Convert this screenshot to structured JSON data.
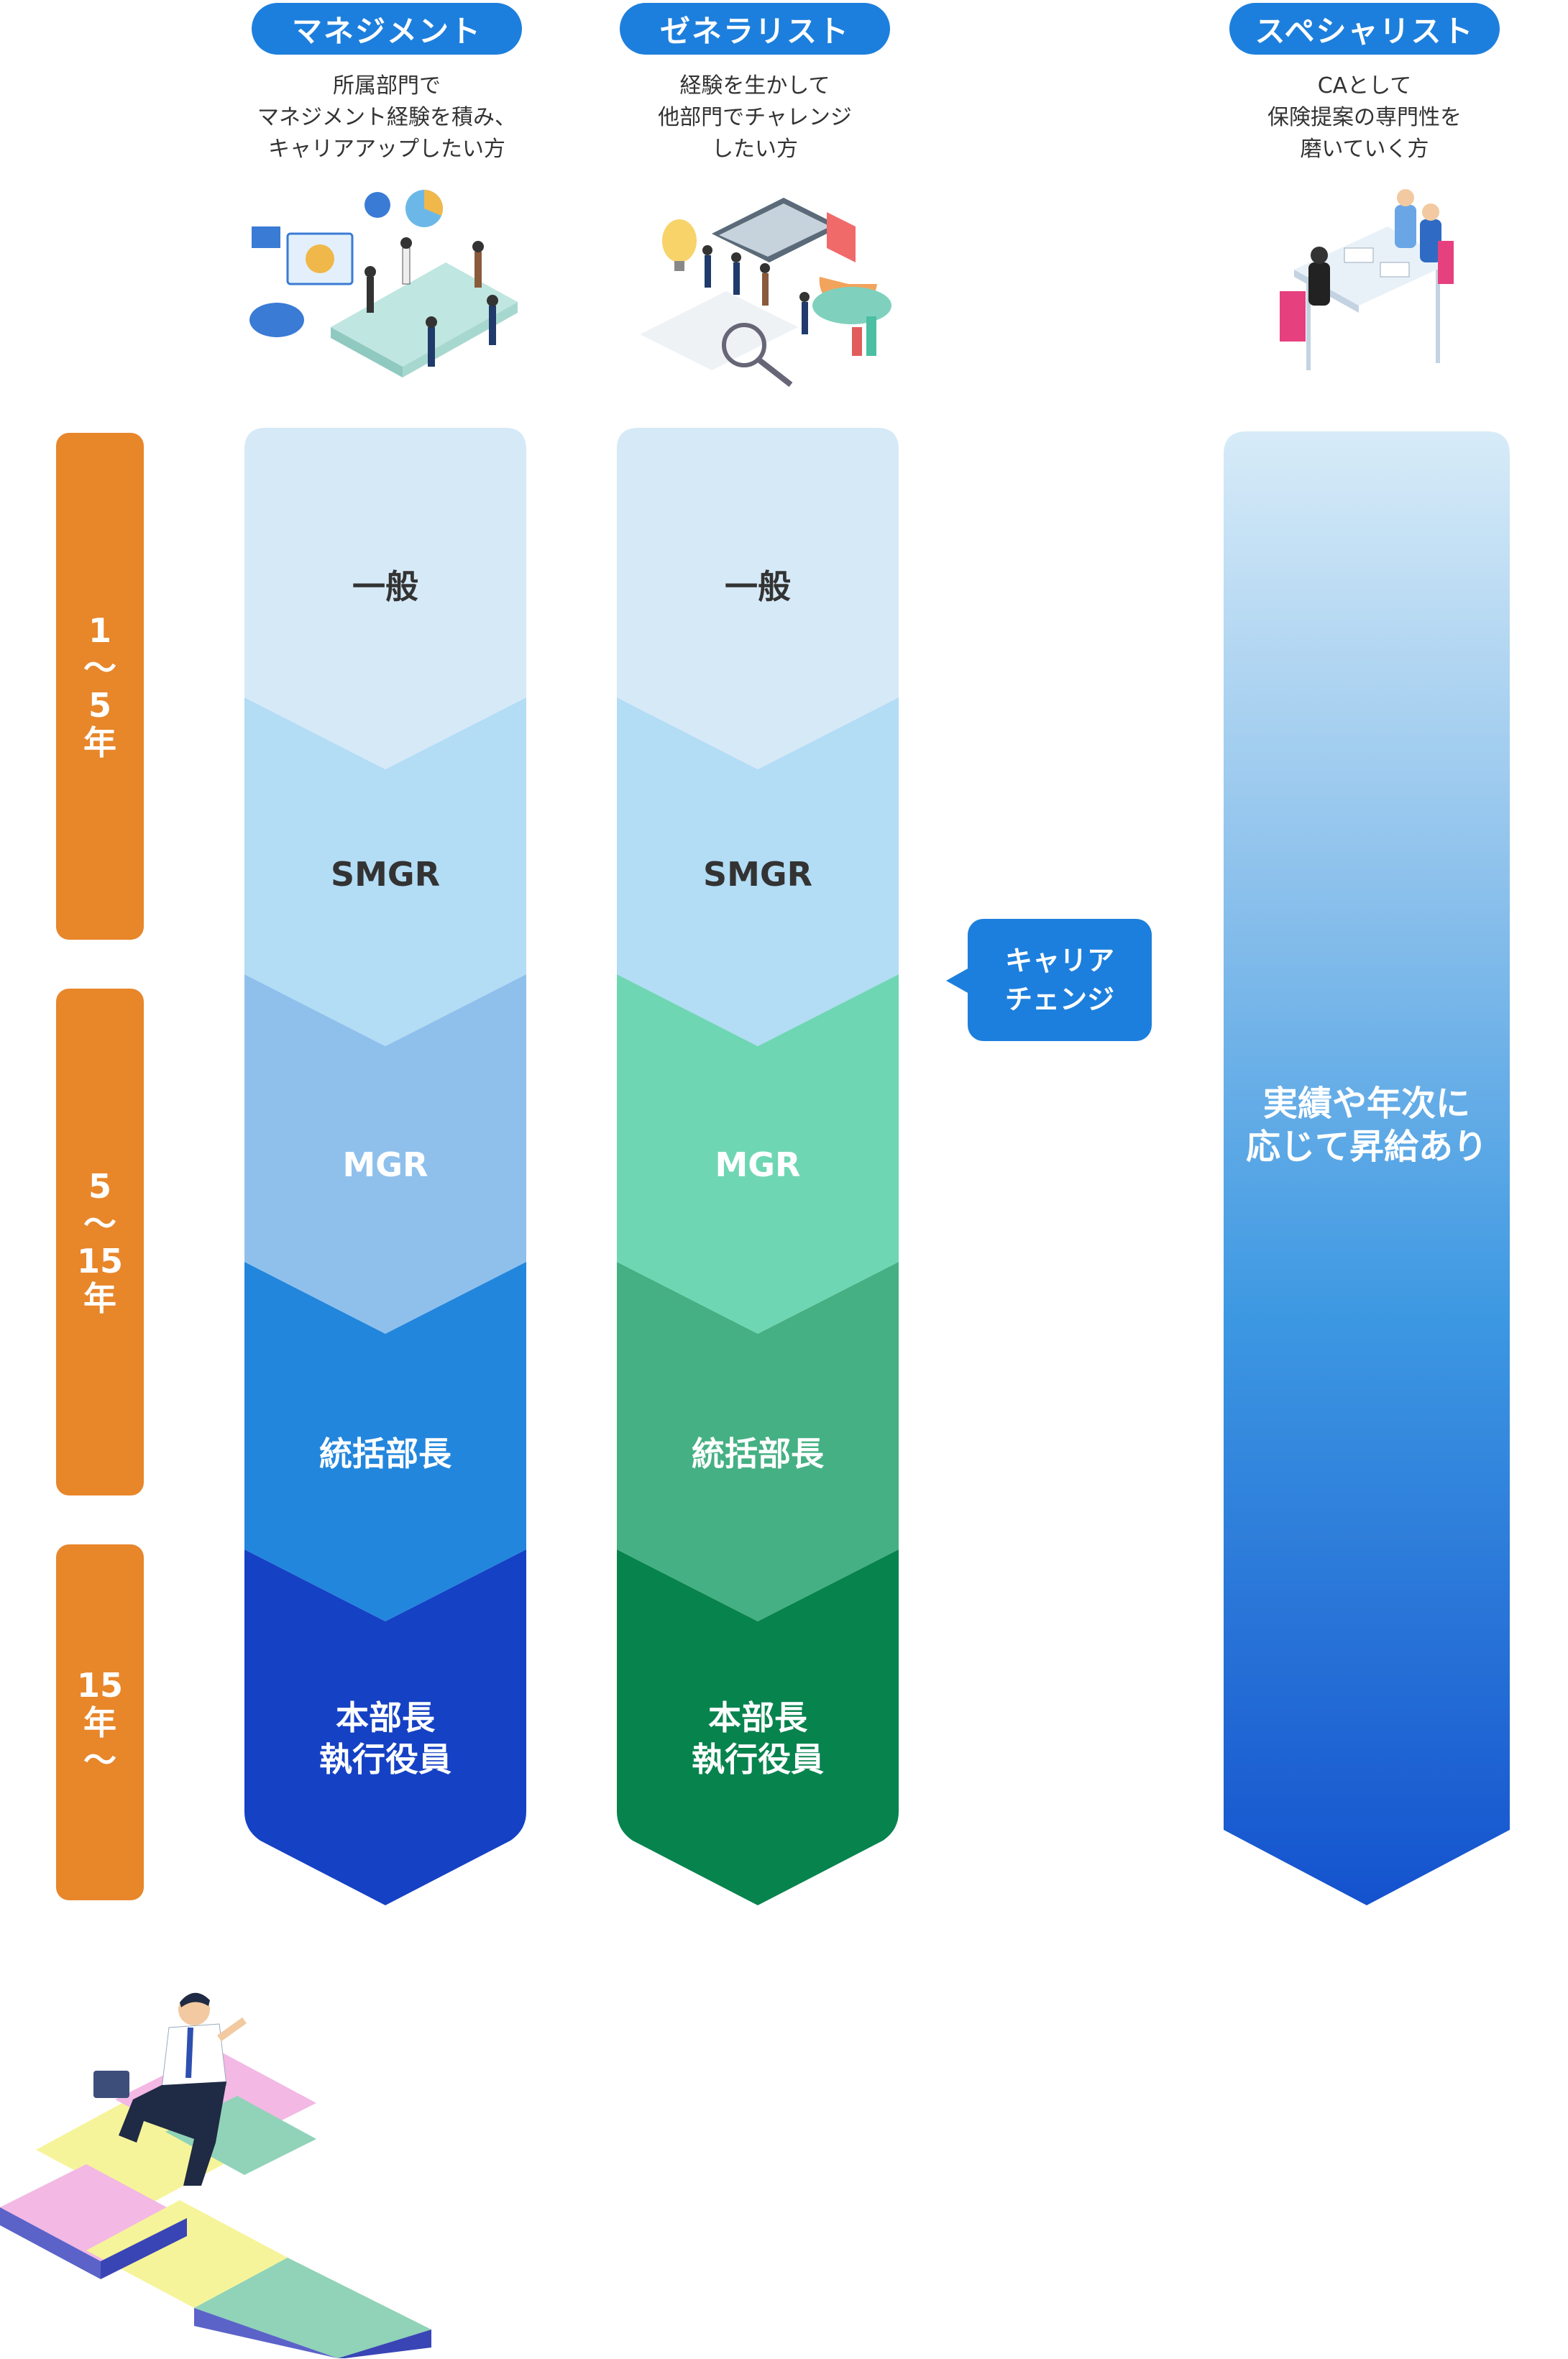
{
  "tracks": [
    {
      "title": "マネジメント",
      "desc": "所属部門で\nマネジメント経験を積み、\nキャリアアップしたい方"
    },
    {
      "title": "ゼネラリスト",
      "desc": "経験を生かして\n他部門でチャレンジ\nしたい方"
    },
    {
      "title": "スペシャリスト",
      "desc": "CAとして\n保険提案の専門性を\n磨いていく方"
    }
  ],
  "years": [
    "1\n〜\n5\n年",
    "5\n〜\n15\n年",
    "15\n年\n〜"
  ],
  "management_levels": [
    "一般",
    "SMGR",
    "MGR",
    "統括部長",
    "本部長\n執行役員"
  ],
  "generalist_levels": [
    "一般",
    "SMGR",
    "MGR",
    "統括部長",
    "本部長\n執行役員"
  ],
  "specialist_text": "実績や年次に\n応じて昇給あり",
  "career_change": "キャリア\nチェンジ",
  "colors": {
    "pill": "#1d7fdd",
    "years": "#e8862a",
    "management": [
      "#d6e9f7",
      "#b3dcf5",
      "#8fc0ec",
      "#2286dd",
      "#1541c4"
    ],
    "generalist": [
      "#d6e9f7",
      "#b3dcf5",
      "#6fd6b3",
      "#45b083",
      "#07834e"
    ],
    "specialist_gradient": [
      "#d7ebf8",
      "#8ec2ec",
      "#3d98e2",
      "#1452ce"
    ]
  }
}
